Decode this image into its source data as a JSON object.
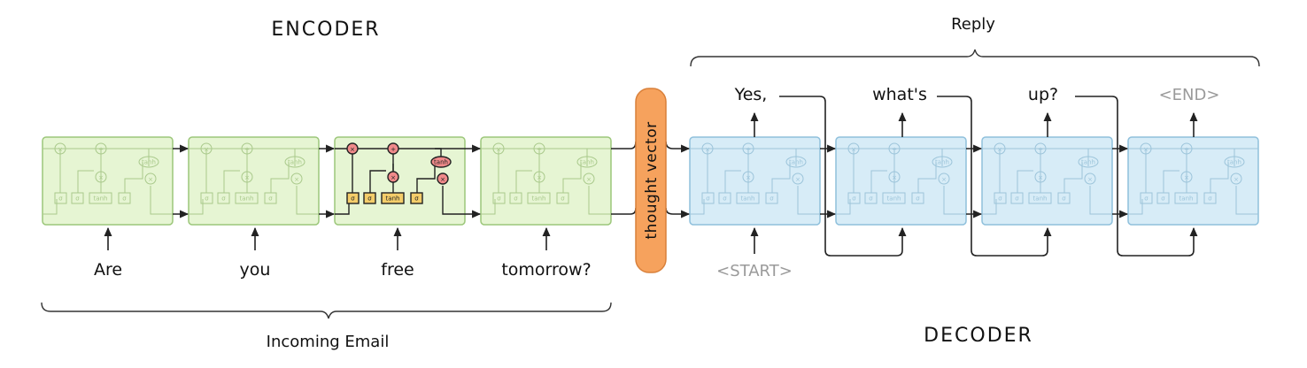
{
  "encoder": {
    "title": "ENCODER",
    "caption": "Incoming Email",
    "inputs": [
      "Are",
      "you",
      "free",
      "tomorrow?"
    ]
  },
  "thought_vector": {
    "label": "thought vector"
  },
  "decoder": {
    "title": "DECODER",
    "caption": "Reply",
    "start_token": "<START>",
    "outputs": [
      "Yes,",
      "what's",
      "up?",
      "<END>"
    ]
  },
  "cell_labels": {
    "sigma": "σ",
    "tanh": "tanh",
    "multiply": "×",
    "add": "+"
  },
  "colors": {
    "encoder_fill": "#e6f5d3",
    "encoder_stroke": "#9cc77a",
    "decoder_fill": "#d7ecf7",
    "decoder_stroke": "#8fc0dc",
    "thought_fill": "#f6a25d",
    "thought_stroke": "#d9803a",
    "faint_encoder": "#a9c98b",
    "faint_decoder": "#9cc4da",
    "highlight_gate": "#f4cd6a",
    "highlight_op": "#f08a8a",
    "token_grey": "#9a9a9a"
  },
  "icons": {
    "lstm_cell": "lstm-cell-icon",
    "arrow": "arrow-icon"
  }
}
